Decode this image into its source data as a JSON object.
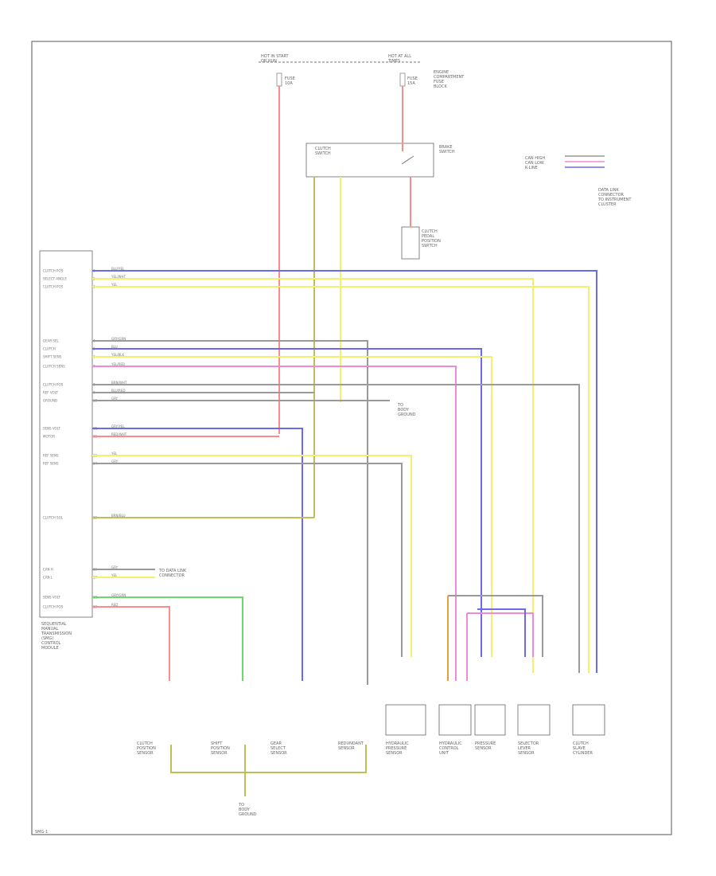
{
  "colors": {
    "red": "#ff8a8a",
    "blue": "#6a6af0",
    "yellow": "#f2f26a",
    "olive": "#bfbf5a",
    "green": "#6ad86a",
    "gray": "#9a9a9a",
    "pink": "#f08ad8",
    "orange": "#e0a040",
    "frame": "#555555",
    "text": "#666666"
  },
  "labels": {
    "fuse_left_title": "HOT IN START\nOR RUN",
    "fuse_right_title": "HOT AT ALL\nTIMES",
    "fuse_left": "FUSE\n10A",
    "fuse_right": "FUSE\n15A",
    "fuse_block_note": "ENGINE\nCOMPARTMENT\nFUSE\nBLOCK",
    "switch_box": "CLUTCH\nSWITCH",
    "switch_right": "BRAKE\nSWITCH",
    "ground_top": "CLUTCH\nPEDAL\nPOSITION\nSWITCH",
    "module_caption": "SEQUENTIAL\nMANUAL\nTRANSMISSION\n(SMG)\nCONTROL\nMODULE",
    "canbus_legend": "CAN HIGH\nCAN LOW\nK-LINE",
    "canbus_note": "DATA LINK\nCONNECTOR\nTO INSTRUMENT\nCLUSTER",
    "ground_mid": "TO\nBODY\nGROUND",
    "ground_bottom": "TO\nBODY\nGROUND",
    "data_link_pin": "TO DATA LINK\nCONNECTOR",
    "page_marker": "SMG-1"
  },
  "pins": {
    "module_left": [
      "CLUTCH POS",
      "SELECT ANGLE",
      "CLUTCH POS",
      "GEAR SEL",
      "CLUTCH",
      "SHIFT SENS",
      "CLUTCH SENS",
      "CLUTCH POS",
      "REF VOLT",
      "GROUND",
      "SENS VOLT",
      "MOTOR",
      "REF SENS",
      "REF SENS",
      "CLUTCH SOL",
      "CAN H",
      "CAN L",
      "SENS VOLT",
      "CLUTCH POS"
    ],
    "wire_tags": [
      "BLU/YEL",
      "YEL/WHT",
      "YEL",
      "GRY/GRN",
      "BLU",
      "YEL/BLK",
      "YEL/RED",
      "BRN/WHT",
      "BLU/RED",
      "GRY",
      "GRY/YEL",
      "RED/WHT",
      "YEL",
      "GRY",
      "BRN/BLU",
      "GRY",
      "YEL",
      "GRY/GRN",
      "RED"
    ]
  },
  "bottom_components": [
    "CLUTCH\nPOSITION\nSENSOR",
    "SHIFT\nPOSITION\nSENSOR",
    "GEAR\nSELECT\nSENSOR",
    "REDUNDANT\nSENSOR",
    "HYDRAULIC\nPRESSURE\nSENSOR",
    "HYDRAULIC\nCONTROL\nUNIT",
    "PRESSURE\nSENSOR",
    "SELECTOR\nLEVER\nSENSOR",
    "CLUTCH\nSLAVE\nCYLINDER"
  ]
}
